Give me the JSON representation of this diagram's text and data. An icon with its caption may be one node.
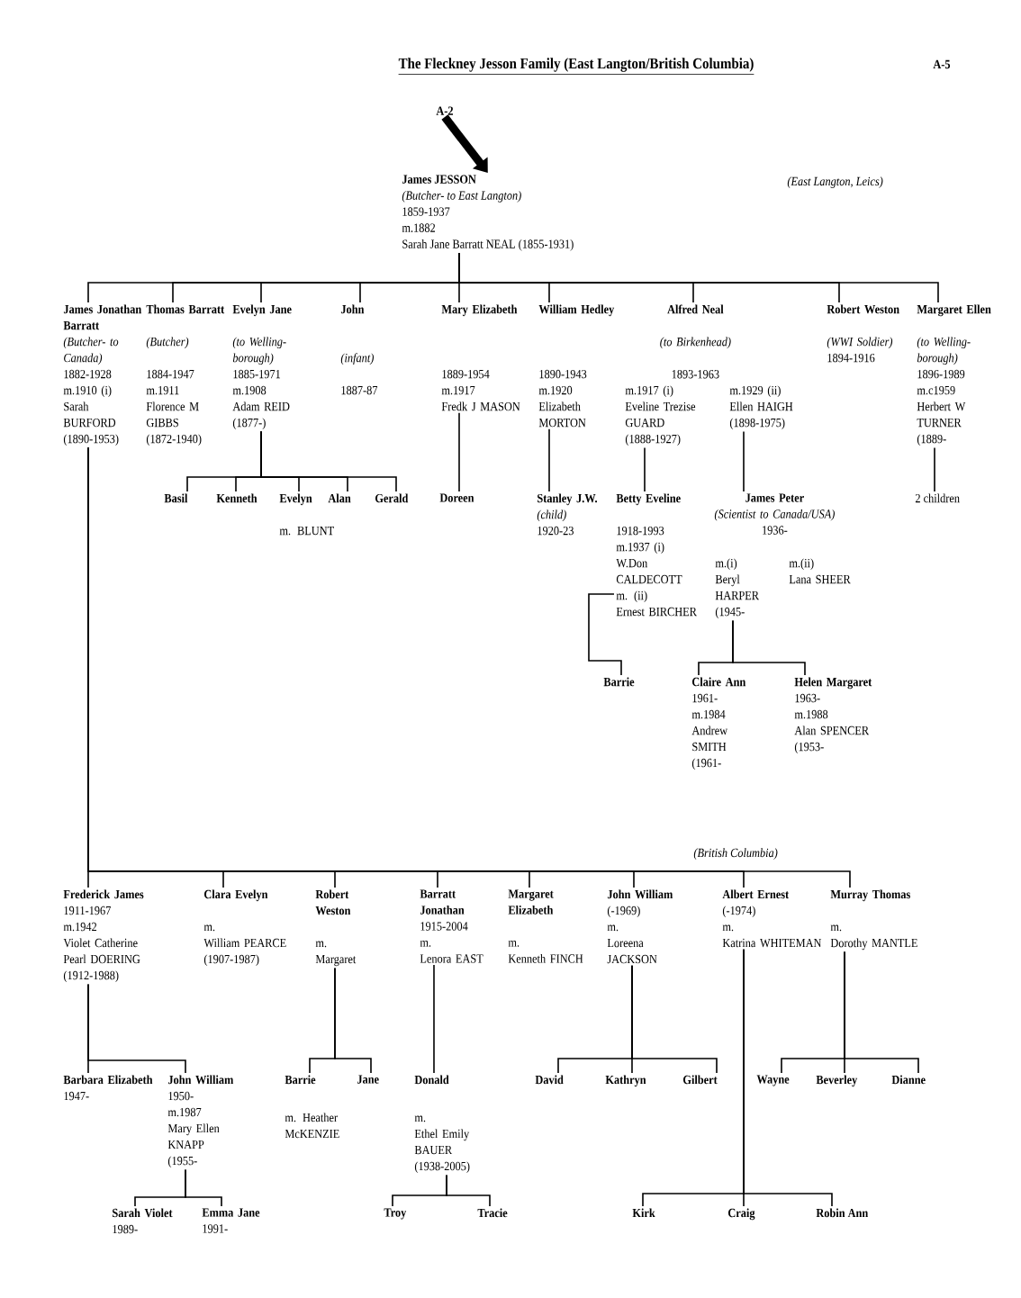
{
  "diagram": {
    "title": "The Fleckney Jesson Family (East Langton/British Columbia)",
    "nodes": [
      {
        "text": [
          "A-2"
        ]
      },
      {
        "text": [
          "James JESSON",
          "(Butcher- to East Langton)",
          "1859-1937",
          "m.1882",
          "Sarah Jane Barratt NEAL (1855-1931)"
        ]
      },
      {
        "text": [
          "James Jonathan Barratt",
          "(Butcher- to Canada)",
          "1882-1928",
          "m.1910 (i)",
          "Sarah BURFORD",
          "(1890-1953)"
        ]
      },
      {
        "text": [
          "Thomas Barratt",
          "(Butcher)",
          "1884-1947",
          "m.1911",
          "Florence M GIBBS",
          "(1872-1940)"
        ]
      },
      {
        "text": [
          "Evelyn Jane",
          "(to Welling- borough)",
          "1885-1971",
          "m.1908",
          "Adam REID",
          "(1877-)"
        ]
      },
      {
        "text": [
          "John",
          "(infant)",
          "1887-87"
        ]
      },
      {
        "text": [
          "Mary Elizabeth",
          "1889-1954",
          "m.1917",
          "Fredk J MASON"
        ]
      },
      {
        "text": [
          "William Hedley",
          "1890-1943",
          "m.1920",
          "Elizabeth MORTON"
        ]
      },
      {
        "text": [
          "Alfred Neal",
          "(to Birkenhead)",
          "1893-1963"
        ]
      },
      {
        "text": [
          "m.1917 (i)",
          "Eveline Trezise GUARD",
          "(1888-1927)"
        ]
      },
      {
        "text": [
          "m.1929 (ii)",
          "Ellen HAIGH",
          "(1898-1975)"
        ]
      },
      {
        "text": [
          "Robert Weston",
          "(WWI Soldier)",
          "1894-1916"
        ]
      },
      {
        "text": [
          "Margaret Ellen",
          "(to Welling- borough)",
          "1896-1989",
          "m.c1959",
          "Herbert W TURNER",
          "(1889-"
        ]
      },
      {
        "text": [
          "Basil"
        ]
      },
      {
        "text": [
          "Kenneth"
        ]
      },
      {
        "text": [
          "Evelyn",
          "m. BLUNT"
        ]
      },
      {
        "text": [
          "Alan"
        ]
      },
      {
        "text": [
          "Gerald"
        ]
      },
      {
        "text": [
          "Doreen"
        ]
      },
      {
        "text": [
          "Stanley J.W.",
          "(child)",
          "1920-23"
        ]
      },
      {
        "text": [
          "Betty Eveline",
          "1918-1993",
          "m.1937 (i)",
          "W.Don CALDECOTT",
          "m. (ii)",
          "Ernest BIRCHER"
        ]
      },
      {
        "text": [
          "James Peter",
          "(Scientist to Canada/USA)",
          "1936-"
        ]
      },
      {
        "text": [
          "m.(i)",
          "Beryl HARPER",
          "(1945-"
        ]
      },
      {
        "text": [
          "m.(ii)",
          "Lana SHEER"
        ]
      },
      {
        "text": [
          "2 children"
        ]
      },
      {
        "text": [
          "Barrie"
        ]
      },
      {
        "text": [
          "Claire Ann",
          "1961-",
          "m.1984",
          "Andrew SMITH",
          "(1961-"
        ]
      },
      {
        "text": [
          "Helen Margaret",
          "1963-",
          "m.1988",
          "Alan SPENCER",
          "(1953-"
        ]
      },
      {
        "text": [
          "Frederick James",
          "1911-1967",
          "m.1942",
          "Violet Catherine Pearl DOERING",
          "(1912-1988)"
        ]
      },
      {
        "text": [
          "Clara Evelyn",
          "m.",
          "William PEARCE",
          "(1907-1987)"
        ]
      },
      {
        "text": [
          "Robert Weston",
          "m.",
          "Margaret"
        ]
      },
      {
        "text": [
          "Barratt Jonathan",
          "1915-2004",
          "m.",
          "Lenora EAST"
        ]
      },
      {
        "text": [
          "Margaret Elizabeth",
          "m.",
          "Kenneth FINCH"
        ]
      },
      {
        "text": [
          "John William",
          "(-1969)",
          "m.",
          "Loreena JACKSON"
        ]
      },
      {
        "text": [
          "Albert Ernest",
          "(-1974)",
          "m.",
          "Katrina WHITEMAN"
        ]
      },
      {
        "text": [
          "Murray Thomas",
          "m.",
          "Dorothy MANTLE"
        ]
      },
      {
        "text": [
          "Barbara Elizabeth",
          "1947-"
        ]
      },
      {
        "text": [
          "John William",
          "1950-",
          "m.1987",
          "Mary Ellen KNAPP",
          "(1955-"
        ]
      },
      {
        "text": [
          "Barrie",
          "m. Heather McKENZIE"
        ]
      },
      {
        "text": [
          "Jane"
        ]
      },
      {
        "text": [
          "Donald",
          "m.",
          "Ethel Emily BAUER",
          "(1938-2005)"
        ]
      },
      {
        "text": [
          "David"
        ]
      },
      {
        "text": [
          "Kathryn"
        ]
      },
      {
        "text": [
          "Gilbert"
        ]
      },
      {
        "text": [
          "Wayne"
        ]
      },
      {
        "text": [
          "Beverley"
        ]
      },
      {
        "text": [
          "Dianne"
        ]
      },
      {
        "text": [
          "Sarah Violet",
          "1989-"
        ]
      },
      {
        "text": [
          "Emma Jane",
          "1991-"
        ]
      },
      {
        "text": [
          "Troy"
        ]
      },
      {
        "text": [
          "Tracie"
        ]
      },
      {
        "text": [
          "Kirk"
        ]
      },
      {
        "text": [
          "Craig"
        ]
      },
      {
        "text": [
          "Robin Ann"
        ]
      }
    ],
    "edges": [
      {
        "from": 0,
        "to": 1,
        "arrow": "to",
        "style": "thick"
      },
      {
        "from": 1,
        "to": 2,
        "arrow": "none"
      },
      {
        "from": 1,
        "to": 3,
        "arrow": "none"
      },
      {
        "from": 1,
        "to": 4,
        "arrow": "none"
      },
      {
        "from": 1,
        "to": 5,
        "arrow": "none"
      },
      {
        "from": 1,
        "to": 6,
        "arrow": "none"
      },
      {
        "from": 1,
        "to": 7,
        "arrow": "none"
      },
      {
        "from": 1,
        "to": 8,
        "arrow": "none"
      },
      {
        "from": 1,
        "to": 11,
        "arrow": "none"
      },
      {
        "from": 1,
        "to": 12,
        "arrow": "none"
      },
      {
        "from": 9,
        "to": 20,
        "arrow": "none"
      },
      {
        "from": 10,
        "to": 21,
        "arrow": "none"
      },
      {
        "from": 4,
        "to": 13,
        "arrow": "none"
      },
      {
        "from": 4,
        "to": 14,
        "arrow": "none"
      },
      {
        "from": 4,
        "to": 15,
        "arrow": "none"
      },
      {
        "from": 4,
        "to": 16,
        "arrow": "none"
      },
      {
        "from": 4,
        "to": 17,
        "arrow": "none"
      },
      {
        "from": 6,
        "to": 18,
        "arrow": "none"
      },
      {
        "from": 7,
        "to": 19,
        "arrow": "none"
      },
      {
        "from": 12,
        "to": 24,
        "arrow": "none"
      },
      {
        "from": 20,
        "to": 25,
        "arrow": "none"
      },
      {
        "from": 22,
        "to": 26,
        "arrow": "none"
      },
      {
        "from": 22,
        "to": 27,
        "arrow": "none"
      },
      {
        "from": 2,
        "to": 28,
        "arrow": "none"
      },
      {
        "from": 2,
        "to": 29,
        "arrow": "none"
      },
      {
        "from": 2,
        "to": 30,
        "arrow": "none"
      },
      {
        "from": 2,
        "to": 31,
        "arrow": "none"
      },
      {
        "from": 2,
        "to": 32,
        "arrow": "none"
      },
      {
        "from": 2,
        "to": 33,
        "arrow": "none"
      },
      {
        "from": 2,
        "to": 34,
        "arrow": "none"
      },
      {
        "from": 2,
        "to": 35,
        "arrow": "none"
      },
      {
        "from": 28,
        "to": 36,
        "arrow": "none"
      },
      {
        "from": 28,
        "to": 37,
        "arrow": "none"
      },
      {
        "from": 30,
        "to": 38,
        "arrow": "none"
      },
      {
        "from": 30,
        "to": 39,
        "arrow": "none"
      },
      {
        "from": 31,
        "to": 40,
        "arrow": "none"
      },
      {
        "from": 33,
        "to": 41,
        "arrow": "none"
      },
      {
        "from": 33,
        "to": 42,
        "arrow": "none"
      },
      {
        "from": 33,
        "to": 43,
        "arrow": "none"
      },
      {
        "from": 34,
        "to": 51,
        "arrow": "none"
      },
      {
        "from": 34,
        "to": 52,
        "arrow": "none"
      },
      {
        "from": 34,
        "to": 53,
        "arrow": "none"
      },
      {
        "from": 35,
        "to": 44,
        "arrow": "none"
      },
      {
        "from": 35,
        "to": 45,
        "arrow": "none"
      },
      {
        "from": 35,
        "to": 46,
        "arrow": "none"
      },
      {
        "from": 37,
        "to": 47,
        "arrow": "none"
      },
      {
        "from": 37,
        "to": 48,
        "arrow": "none"
      },
      {
        "from": 40,
        "to": 49,
        "arrow": "none"
      },
      {
        "from": 40,
        "to": 50,
        "arrow": "none"
      }
    ],
    "labels": [
      "A-5",
      "(East Langton, Leics)",
      "(British Columbia)"
    ]
  }
}
